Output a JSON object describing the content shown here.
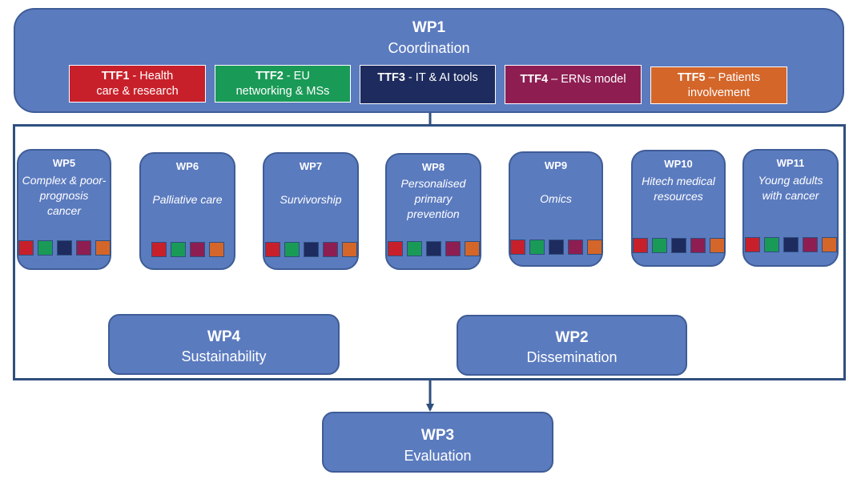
{
  "wp1": {
    "code": "WP1",
    "title": "Coordination"
  },
  "ttfs": [
    {
      "code": "TTF1",
      "sep": " - ",
      "line1": "Health",
      "line2": "care & research",
      "color": "#c8202a"
    },
    {
      "code": "TTF2",
      "sep": " - ",
      "line1": "EU",
      "line2": "networking & MSs",
      "color": "#1a9a57"
    },
    {
      "code": "TTF3",
      "sep": " - ",
      "line1": "IT & AI tools",
      "line2": "",
      "color": "#1e2b5e"
    },
    {
      "code": "TTF4",
      "sep": " – ",
      "line1": "ERNs model",
      "line2": "",
      "color": "#8e1e52"
    },
    {
      "code": "TTF5",
      "sep": " – ",
      "line1": "Patients",
      "line2": "involvement",
      "color": "#d4662a"
    }
  ],
  "wps": [
    {
      "code": "WP5",
      "title": "Complex & poor-prognosis cancer",
      "squares": [
        1,
        2,
        3,
        4,
        5
      ]
    },
    {
      "code": "WP6",
      "title": "Palliative care",
      "squares": [
        1,
        2,
        4,
        5
      ]
    },
    {
      "code": "WP7",
      "title": "Survivorship",
      "squares": [
        1,
        2,
        3,
        4,
        5
      ]
    },
    {
      "code": "WP8",
      "title": "Personalised primary prevention",
      "squares": [
        1,
        2,
        3,
        4,
        5
      ]
    },
    {
      "code": "WP9",
      "title": "Omics",
      "squares": [
        1,
        2,
        3,
        4,
        5
      ]
    },
    {
      "code": "WP10",
      "title": "Hitech medical resources",
      "squares": [
        1,
        2,
        3,
        4,
        5
      ]
    },
    {
      "code": "WP11",
      "title": "Young adults with cancer",
      "squares": [
        1,
        2,
        3,
        4,
        5
      ]
    }
  ],
  "wp4": {
    "code": "WP4",
    "title": "Sustainability"
  },
  "wp2": {
    "code": "WP2",
    "title": "Dissemination"
  },
  "wp3": {
    "code": "WP3",
    "title": "Evaluation"
  }
}
